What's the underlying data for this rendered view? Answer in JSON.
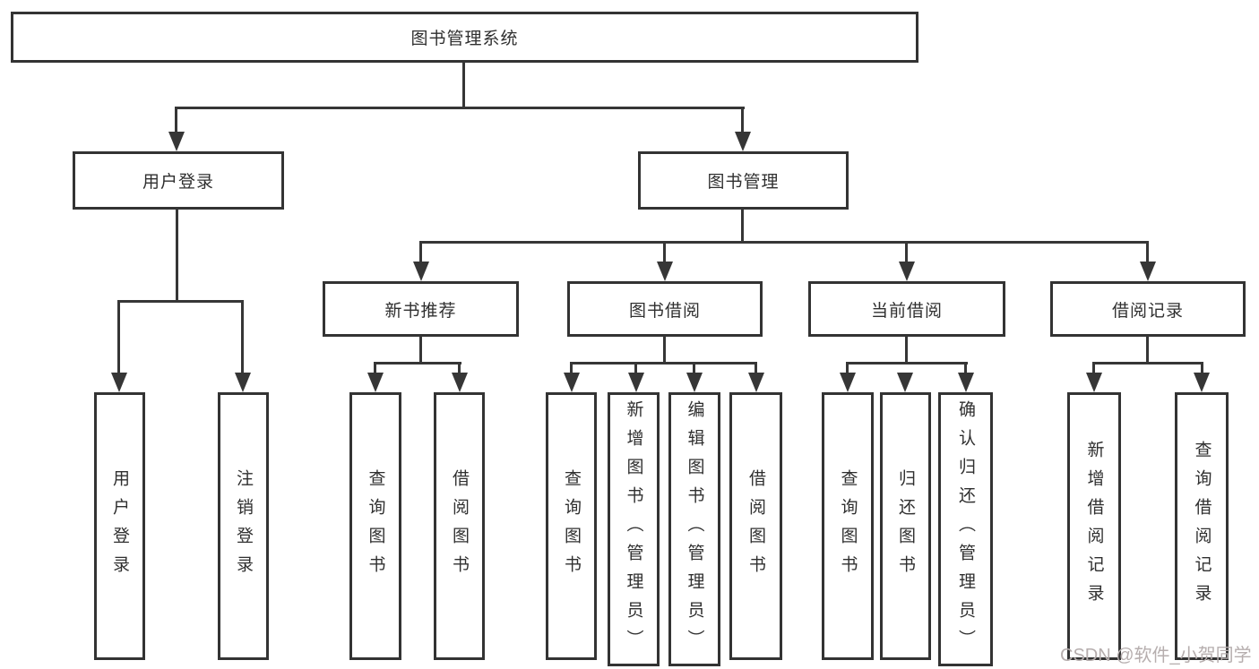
{
  "diagram_title": "图书管理系统",
  "colors": {
    "line": "#363636",
    "box_border": "#333333",
    "text": "#2f2f2f",
    "background": "#ffffff",
    "watermark": "#b6aeae"
  },
  "tree": {
    "label": "图书管理系统",
    "children": [
      {
        "label": "用户登录",
        "children": [
          {
            "label": "用户登录"
          },
          {
            "label": "注销登录"
          }
        ]
      },
      {
        "label": "图书管理",
        "children": [
          {
            "label": "新书推荐",
            "children": [
              {
                "label": "查询图书"
              },
              {
                "label": "借阅图书"
              }
            ]
          },
          {
            "label": "图书借阅",
            "children": [
              {
                "label": "查询图书"
              },
              {
                "label": "新增图书（管理员）"
              },
              {
                "label": "编辑图书（管理员）"
              },
              {
                "label": "借阅图书"
              }
            ]
          },
          {
            "label": "当前借阅",
            "children": [
              {
                "label": "查询图书"
              },
              {
                "label": "归还图书"
              },
              {
                "label": "确认归还（管理员）"
              }
            ]
          },
          {
            "label": "借阅记录",
            "children": [
              {
                "label": "新增借阅记录"
              },
              {
                "label": "查询借阅记录"
              }
            ]
          }
        ]
      }
    ]
  },
  "watermark": {
    "text": "CSDN @软件_小贺同学"
  }
}
